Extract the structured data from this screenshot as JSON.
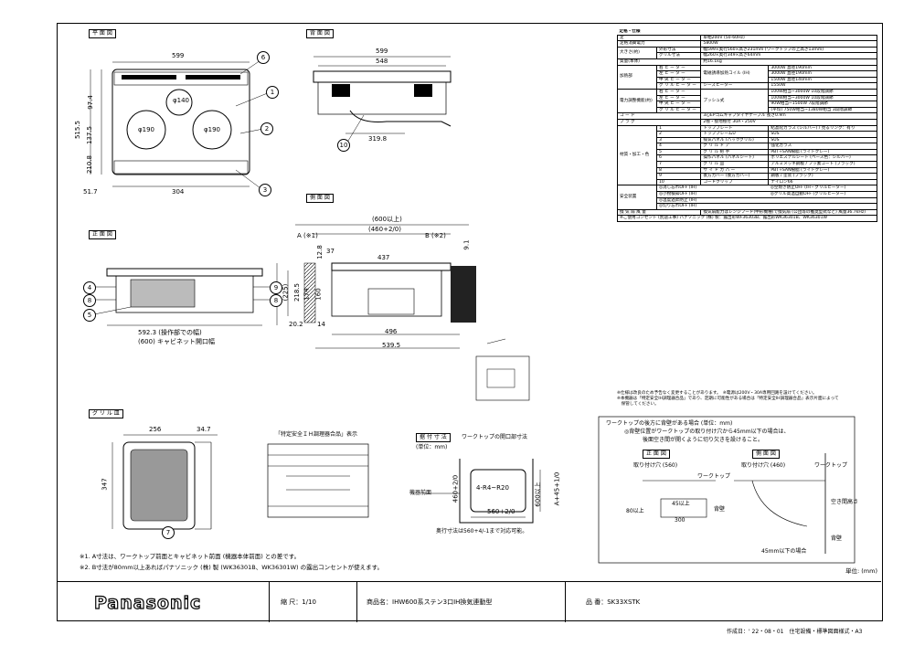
{
  "views": {
    "plan": "平 面 図",
    "back": "背 面 図",
    "side": "側 面 図",
    "front": "正 面 図",
    "grill": "グ リ ル 皿",
    "wall": "据 付 寸 法",
    "wall_caption": "ワークトップの開口部寸法",
    "wall_unit": "(単位：mm)",
    "special_title": "「特定安全ＩＨ調理器合品」表示",
    "rear_front": "正 面 図",
    "rear_side": "側 面 図"
  },
  "plan_dims": {
    "w599": "599",
    "w304": "304",
    "w517": "51.7",
    "h975": "97.4",
    "h1375": "137.5",
    "h2108": "210.8",
    "h5155": "515.5",
    "d140": "φ140",
    "d190a": "φ190",
    "d190b": "φ190",
    "callouts": [
      "1",
      "2",
      "3",
      "6"
    ]
  },
  "back_dims": {
    "w599": "599",
    "w548": "548",
    "w3198": "319.8",
    "c10": "10"
  },
  "side_dims": {
    "ref600": "(600以上)",
    "ref460": "(460+2/0)",
    "a": "A (※1)",
    "b": "B (※2)",
    "d37": "37",
    "d437": "437",
    "d128": "12.8",
    "d91": "9.1",
    "d225": "(225)",
    "d2185": "218.5",
    "d174": "174",
    "d160": "160",
    "d202": "20.2",
    "d14": "14",
    "d496": "496",
    "d5395": "539.5"
  },
  "front_dims": {
    "d5923": "592.3 (操作部での幅)",
    "d600": "(600) キャビネット開口幅",
    "callouts": [
      "4",
      "8",
      "5",
      "9",
      "8"
    ]
  },
  "grill_dims": {
    "w256": "256",
    "w347b": "34.7",
    "h347": "347",
    "c7": "7"
  },
  "wall_dims": {
    "front": "機器前面",
    "r": "4-R4~R20",
    "h460": "460+2/0",
    "h600": "600以上",
    "a45": "A+45+1/0",
    "w560": "560+2/0",
    "note": "奥行寸法は560+4/-1まで対応可能。"
  },
  "rear_note": {
    "title": "ワークトップの後方に背壁がある場合 (単位：mm)",
    "l1": "◎背壁位置がワークトップの取り付け穴から45mm以下の場合は、",
    "l2": "後面空き間が開くように切り欠きを設けること。",
    "front_labels": [
      "取り付け穴 (560)",
      "ワークトップ",
      "45以上",
      "300",
      "80以上",
      "背壁"
    ],
    "side_labels": [
      "取り付け穴 (460)",
      "ワークトップ",
      "45mm以下の場合",
      "空き間高さ",
      "背壁"
    ]
  },
  "notes": [
    "※1. A寸法は、ワークトップ前面とキャビネット前面 (機器本体前面) との差です。",
    "※2. B寸法が80mm以上あればパナソニック (株) 製 (WK36301B、WK36301W) の露出コンセントが使えます。"
  ],
  "unit": "単位: (mm)",
  "spec": {
    "title": "定格・仕様",
    "rows": [
      [
        "定",
        "格",
        "電",
        "圧",
        "単相200V (50-60Hz)"
      ],
      [
        "定格消費電力",
        "5800W",
        "最大4800Wに切り替え可能"
      ],
      [
        "大きさ(約)",
        "外形寸法",
        "幅599×奥行560×高さ231mm (ワークトップの上高さ13mm)"
      ],
      [
        "",
        "グリル寸法",
        "幅260×奥行349×高さ64mm"
      ],
      [
        "質量(本体)",
        "約16.1kg"
      ]
    ],
    "heat_label": "加熱部",
    "heat": [
      [
        "右 ヒ ー タ ー",
        "電磁誘導加熱コイル (IH)",
        "3000W 直径190mm"
      ],
      [
        "左 ヒ ー タ ー",
        "",
        "3000W 直径190mm"
      ],
      [
        "中 央 ヒ ー タ ー",
        "",
        "1500W 直径140mm"
      ],
      [
        "グ リ ル ヒ ー タ ー",
        "シーズヒーター",
        "1550W"
      ]
    ],
    "power_label": "電力調整機能(約)",
    "power_type": "プッシュ式",
    "power": [
      [
        "右 ヒ ー タ ー",
        "100W相当~3000W 10段階調節"
      ],
      [
        "左 ヒ ー タ ー",
        "100W相当~3000W 10段階調節"
      ],
      [
        "中 央 ヒ ー タ ー",
        "90W相当~1500W 7段階調節"
      ],
      [
        "グ リ ル ヒ ー タ ー",
        "(平均) 750W相当~1380W相当 3段階調節"
      ]
    ],
    "cord": [
      "コ ー ド",
      "3心EPゴムキャブタイヤケーブル 長さ0.9m"
    ],
    "plug": [
      "プ ラ グ",
      "2極・接地極付 30A・250V"
    ],
    "mat_label": "材質・加工・色",
    "materials": [
      [
        "1",
        "トップブレート",
        "結晶化ガラス (シルバー) / 見るリング：有り"
      ],
      [
        "2",
        "トップフレームU",
        "SUS"
      ],
      [
        "3",
        "排気パネル (バックグリル)",
        "SUS"
      ],
      [
        "4",
        "グ リ ル ド ア",
        "強化ガラス"
      ],
      [
        "5",
        "グ リ ル 把 手",
        "PBT+SAN樹脂 (ライトグレー)"
      ],
      [
        "6",
        "操作パネル (パネルシート)",
        "ポリエステルシート (ベース色：シルバー)"
      ],
      [
        "7",
        "グ リ ル 皿",
        "アルミメッキ鋼板 / フッ素コート (ブラック)"
      ],
      [
        "8",
        "サ イ ド カ バ ー",
        "PBT+SAN樹脂 (ライトグレー)"
      ],
      [
        "9",
        "後方カバー (後方カバー)",
        "鋼板 / 塗装 (ブラック)"
      ],
      [
        "10",
        "コードクリップ",
        "ナイロン66"
      ]
    ],
    "safety_label": "安全装置",
    "safety": [
      [
        "◎消し忘れOFF (IH)",
        "◎空焼き防止OFF (IH・グリルヒーター)"
      ],
      [
        "◎小物検知OFF (IH)",
        "◎グリル高温自動OFF (グリルヒーター)"
      ],
      [
        "◎温度過昇防止 (IH)",
        ""
      ],
      [
        "◎切り忘れOFF (IH)",
        ""
      ]
    ],
    "exhaust": [
      "換 気 扇 風 量",
      "換気扇能力はレンジフード(中形機種)で換気扇 (公団等の推奨型式など) 風量36.7kHz)"
    ],
    "outlet": "※ご使用コンセント (別途工事) パナソニック (株) 製：露出形WF36303B、露出形WK36301B、WK36301W",
    "footnotes": [
      "※仕様は改良のため予告なく変更することがあります。　※電源は200V・30A専用回路を設けてください。",
      "※本機器は「特定安全IH調理器合品」であり、定期に可能性がある場合は「特定安全IH調理器合品」表示片面によって",
      "　保管してください。"
    ]
  },
  "titleblock": {
    "brand": "Panasonic",
    "scale": "縮 尺：1/10",
    "product": "商品名：IHW600系ステン3口IH換気連動型",
    "model": "品 番：SK33XSTK"
  },
  "footer": "作成日：' 22・08・01　住宅設備・標準図面様式・A3"
}
